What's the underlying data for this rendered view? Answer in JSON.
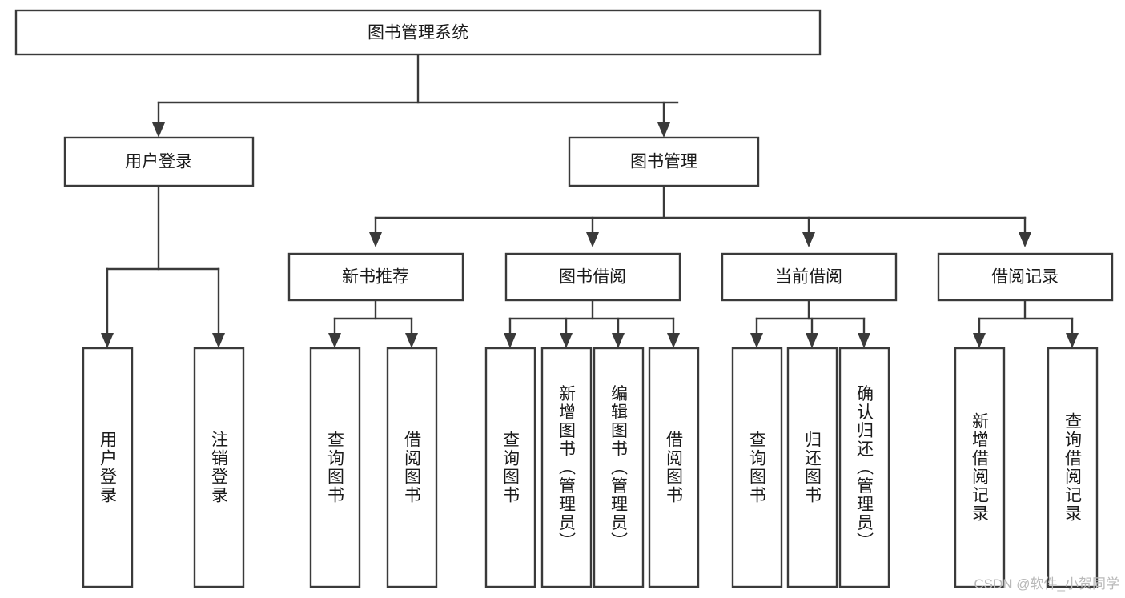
{
  "diagram": {
    "type": "tree-hierarchy-functional-decomposition",
    "orientation": "top-down",
    "root": {
      "id": "root",
      "label": "图书管理系统",
      "orientation": "horizontal"
    },
    "level2": [
      {
        "id": "user-login",
        "label": "用户登录",
        "orientation": "horizontal"
      },
      {
        "id": "book-management",
        "label": "图书管理",
        "orientation": "horizontal"
      }
    ],
    "level3": [
      {
        "id": "new-book-recommend",
        "label": "新书推荐",
        "parent": "book-management",
        "orientation": "horizontal"
      },
      {
        "id": "book-borrow",
        "label": "图书借阅",
        "parent": "book-management",
        "orientation": "horizontal"
      },
      {
        "id": "current-borrow",
        "label": "当前借阅",
        "parent": "book-management",
        "orientation": "horizontal"
      },
      {
        "id": "borrow-record",
        "label": "借阅记录",
        "parent": "book-management",
        "orientation": "horizontal"
      }
    ],
    "leaves": [
      {
        "id": "leaf-user-login",
        "label": "用户登录",
        "parent": "user-login",
        "orientation": "vertical"
      },
      {
        "id": "leaf-logout-login",
        "label": "注销登录",
        "parent": "user-login",
        "orientation": "vertical"
      },
      {
        "id": "leaf-query-book-1",
        "label": "查询图书",
        "parent": "new-book-recommend",
        "orientation": "vertical"
      },
      {
        "id": "leaf-borrow-book-1",
        "label": "借阅图书",
        "parent": "new-book-recommend",
        "orientation": "vertical"
      },
      {
        "id": "leaf-query-book-2",
        "label": "查询图书",
        "parent": "book-borrow",
        "orientation": "vertical"
      },
      {
        "id": "leaf-add-book-admin",
        "label": "新增图书（管理员）",
        "parent": "book-borrow",
        "orientation": "vertical"
      },
      {
        "id": "leaf-edit-book-admin",
        "label": "编辑图书（管理员）",
        "parent": "book-borrow",
        "orientation": "vertical"
      },
      {
        "id": "leaf-borrow-book-2",
        "label": "借阅图书",
        "parent": "book-borrow",
        "orientation": "vertical"
      },
      {
        "id": "leaf-query-book-3",
        "label": "查询图书",
        "parent": "current-borrow",
        "orientation": "vertical"
      },
      {
        "id": "leaf-return-book",
        "label": "归还图书",
        "parent": "current-borrow",
        "orientation": "vertical"
      },
      {
        "id": "leaf-confirm-return-admin",
        "label": "确认归还（管理员）",
        "parent": "current-borrow",
        "orientation": "vertical"
      },
      {
        "id": "leaf-add-borrow-record",
        "label": "新增借阅记录",
        "parent": "borrow-record",
        "orientation": "vertical"
      },
      {
        "id": "leaf-query-borrow-record",
        "label": "查询借阅记录",
        "parent": "borrow-record",
        "orientation": "vertical"
      }
    ]
  },
  "watermark": {
    "text": "CSDN @软件_小贺同学"
  },
  "colors": {
    "stroke": "#3a3a3a",
    "box_fill": "#ffffff",
    "text": "#1b1b1b",
    "background": "#ffffff",
    "watermark": "#b9b9b9"
  }
}
